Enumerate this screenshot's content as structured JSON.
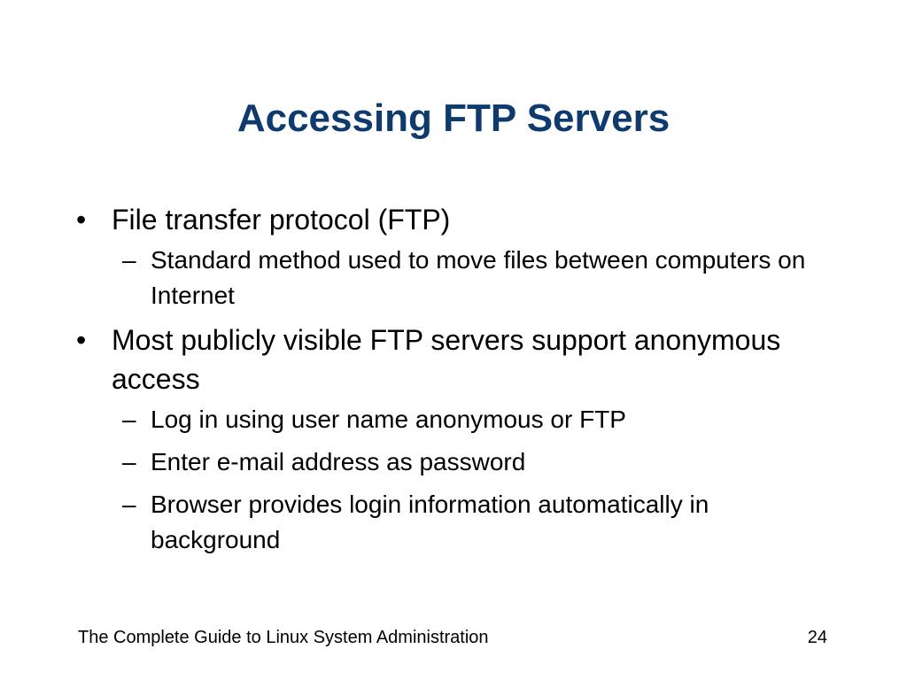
{
  "slide": {
    "title": "Accessing FTP Servers",
    "bullets": [
      {
        "text": "File transfer protocol (FTP)",
        "subitems": [
          "Standard method used to move files between computers on Internet"
        ]
      },
      {
        "text": "Most publicly visible FTP servers support anonymous access",
        "subitems": [
          "Log in using user name anonymous or FTP",
          "Enter e-mail address as password",
          "Browser provides login information automatically in background"
        ]
      }
    ],
    "bullet_glyph": "•",
    "dash_glyph": "–",
    "footer_text": "The Complete Guide to Linux System Administration",
    "page_number": "24",
    "title_color": "#0e3a6e"
  }
}
